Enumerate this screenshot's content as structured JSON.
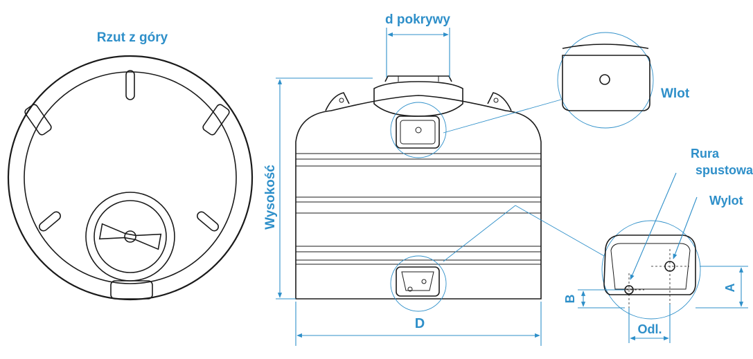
{
  "labels": {
    "top_view": "Rzut z góry",
    "lid_diameter": "d pokrywy",
    "height": "Wysokość",
    "diameter": "D",
    "inlet": "Wlot",
    "drain_pipe_line1": "Rura",
    "drain_pipe_line2": "spustowa",
    "outlet": "Wylot",
    "dim_a": "A",
    "dim_b": "B",
    "offset": "Odl."
  },
  "colors": {
    "accent": "#2e8fc9",
    "outline": "#1a1a1a"
  }
}
